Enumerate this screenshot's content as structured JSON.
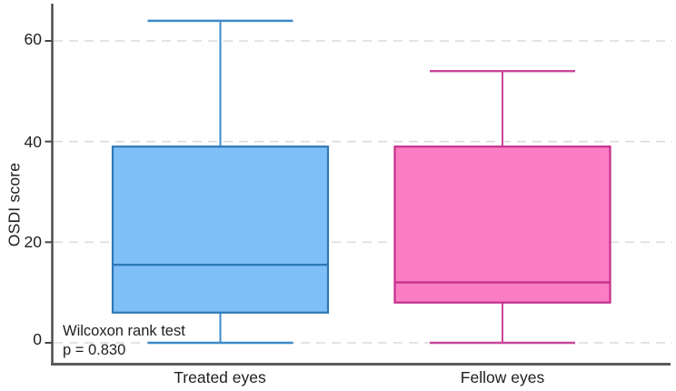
{
  "chart_data": {
    "type": "box",
    "title": "",
    "xlabel": "",
    "ylabel": "OSDI score",
    "yticks": [
      0,
      20,
      40,
      60
    ],
    "ytick_labels": [
      "0",
      "20",
      "40",
      "60"
    ],
    "ylim": [
      -4,
      67
    ],
    "grid": "horizontal-dashed",
    "legend": "none",
    "categories": [
      "Treated eyes",
      "Fellow eyes"
    ],
    "series": [
      {
        "name": "Treated eyes",
        "min": 0,
        "q1": 6,
        "median": 15.5,
        "q3": 39,
        "max": 64,
        "fill": "#7FBFF7",
        "stroke": "#2E78B8",
        "whisker": "#3E8AC8"
      },
      {
        "name": "Fellow eyes",
        "min": 0,
        "q1": 8,
        "median": 12,
        "q3": 39,
        "max": 54,
        "fill": "#FB7EC4",
        "stroke": "#C5308C",
        "whisker": "#C9459A"
      }
    ],
    "annotation": {
      "line1": "Wilcoxon rank test",
      "line2": "p = 0.830"
    },
    "colors": {
      "grid": "#DCDCDC",
      "y_axis": "#454545",
      "x_axis": "#5A5A5A",
      "text": "#1F1F1F",
      "background": "#FFFFFF"
    }
  }
}
